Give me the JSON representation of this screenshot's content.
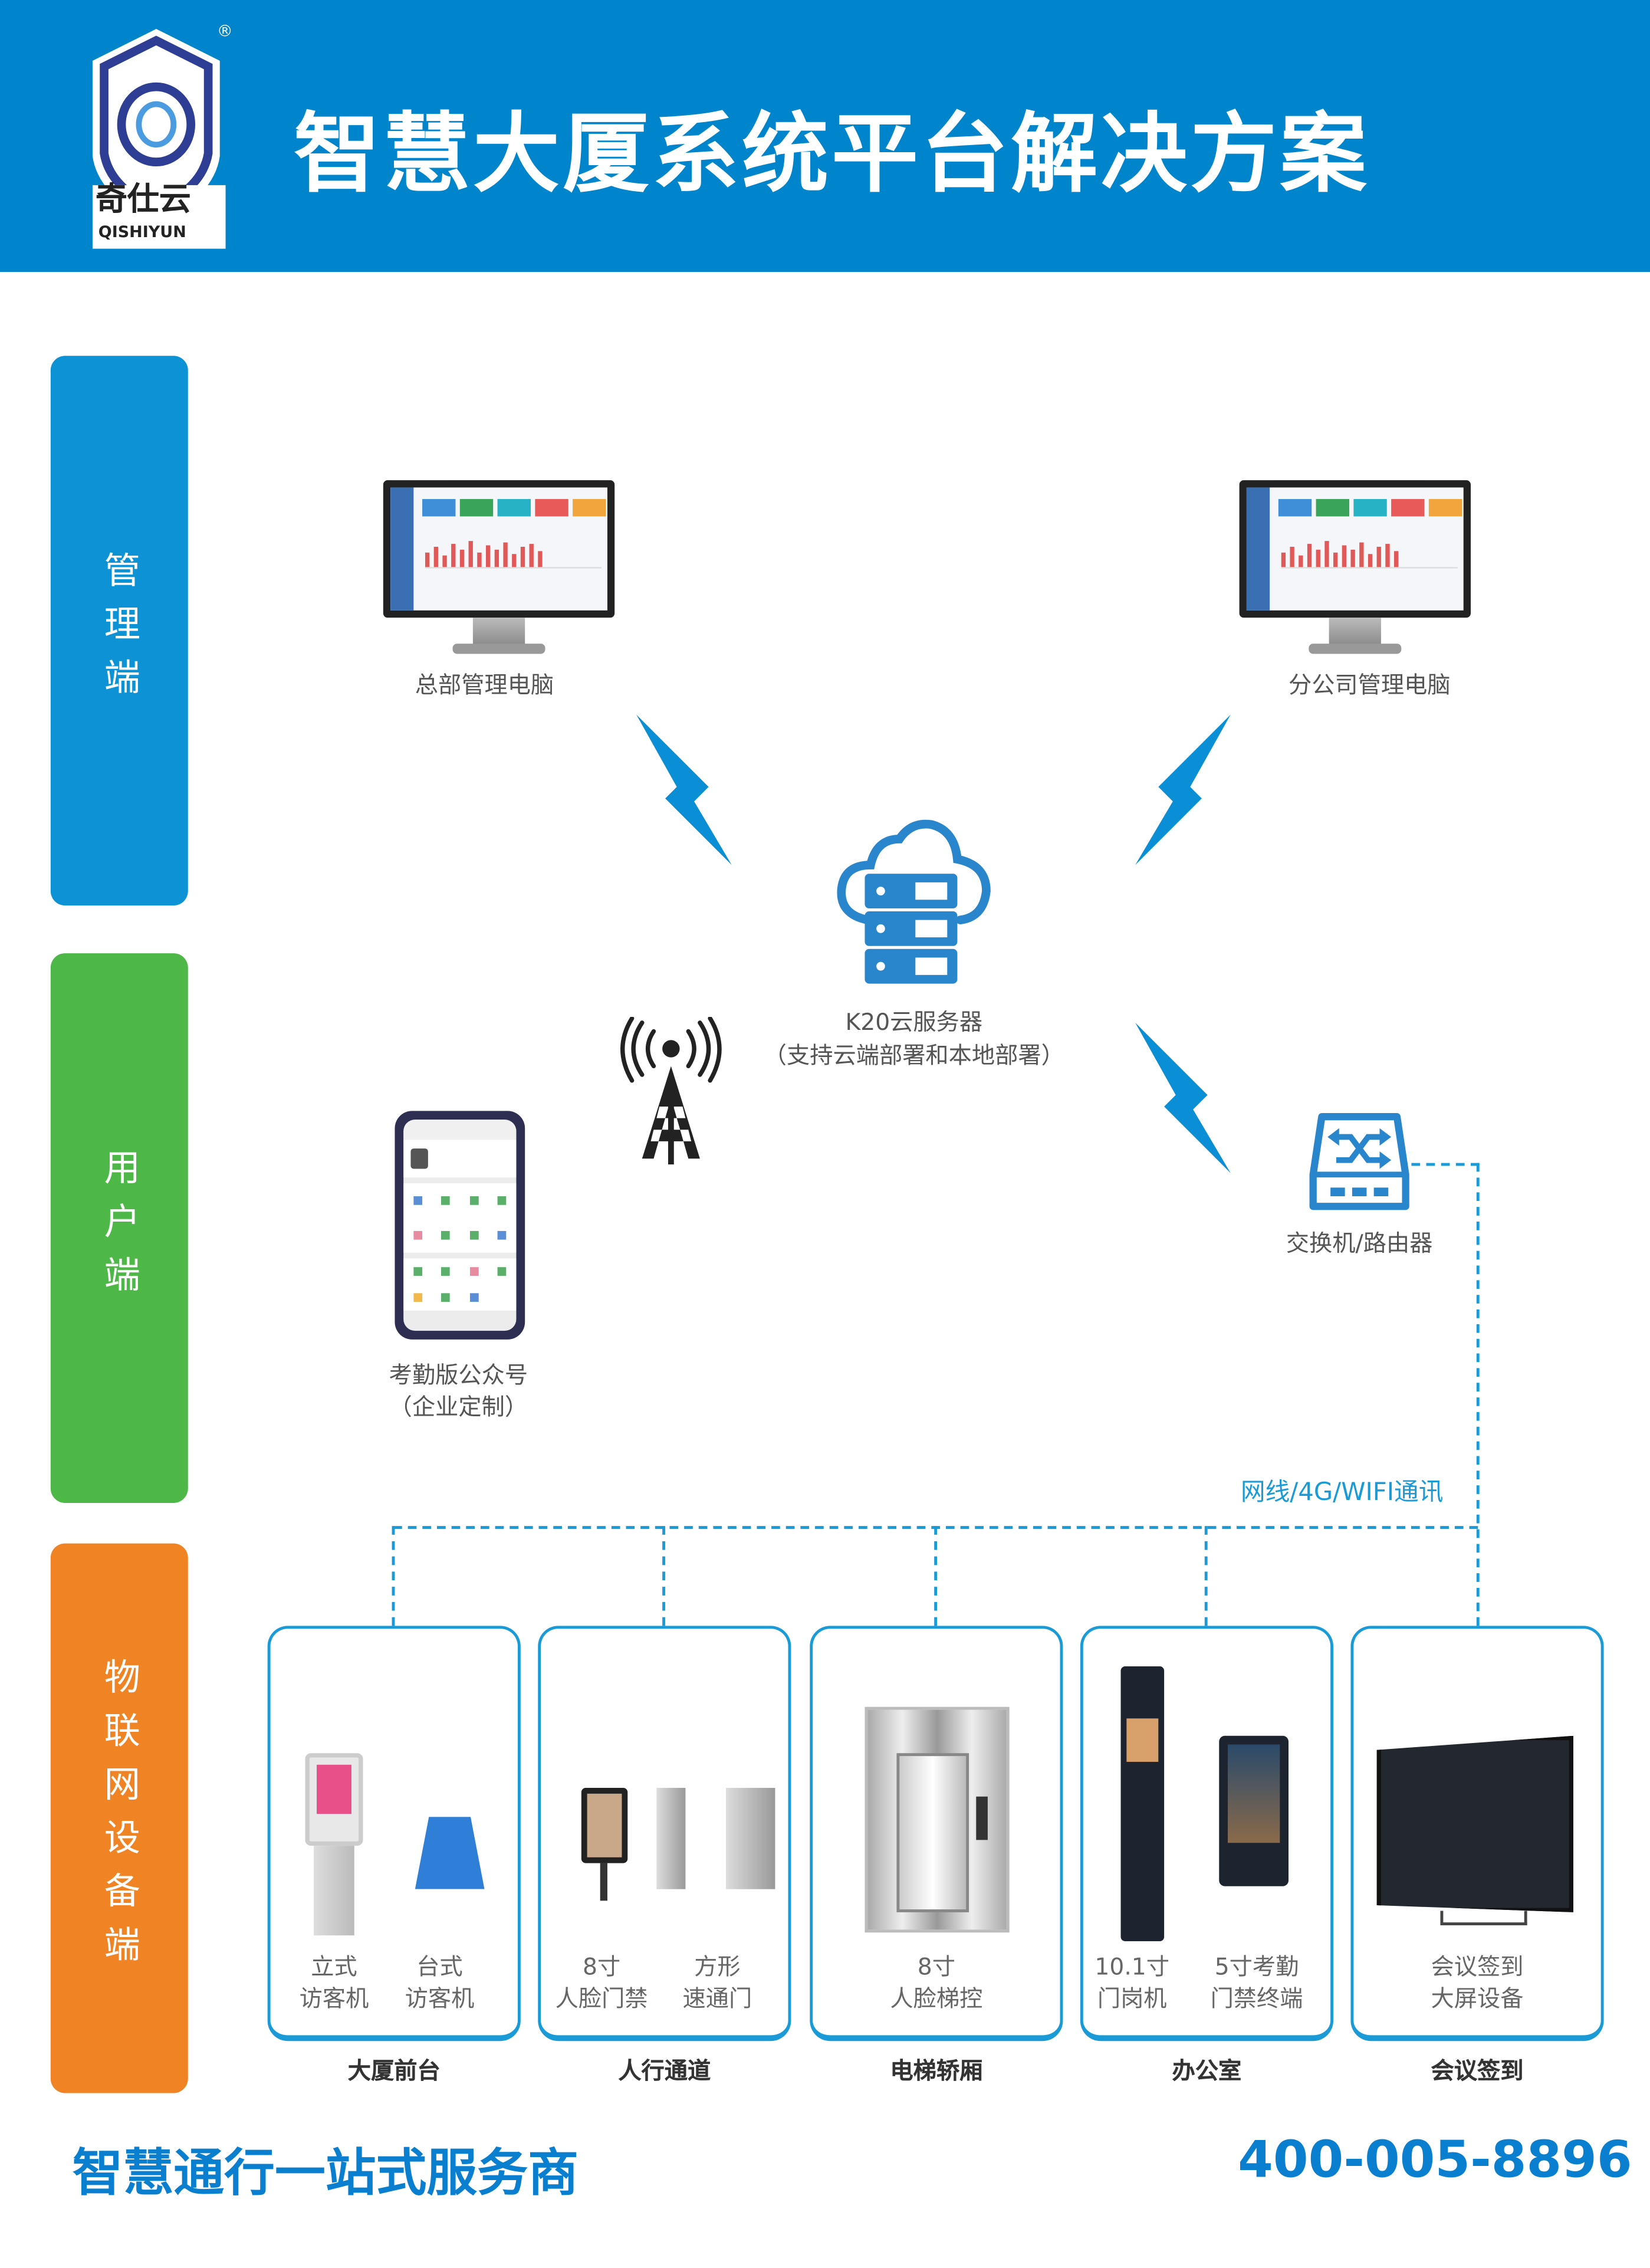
{
  "header": {
    "title": "智慧大厦系统平台解决方案",
    "logo": {
      "brand_cn": "奇仕云",
      "brand_en": "QISHIYUN",
      "mark": "®"
    }
  },
  "colors": {
    "brand_blue": "#0085cc",
    "management": "#0e92d6",
    "user": "#4db848",
    "iot": "#f08424",
    "line": "#1a9ad6"
  },
  "sidebar": {
    "management": "管理端",
    "user": "用户端",
    "iot": "物联网设备端"
  },
  "nodes": {
    "hq_pc": "总部管理电脑",
    "branch_pc": "分公司管理电脑",
    "server_line1": "K20云服务器",
    "server_line2": "（支持云端部署和本地部署）",
    "app_line1": "考勤版公众号",
    "app_line2": "（企业定制）",
    "switch": "交换机/路由器",
    "network": "网线/4G/WIFI通讯"
  },
  "device_groups": [
    {
      "category": "大厦前台",
      "devices": [
        {
          "line1": "立式",
          "line2": "访客机"
        },
        {
          "line1": "台式",
          "line2": "访客机"
        }
      ]
    },
    {
      "category": "人行通道",
      "devices": [
        {
          "line1": "8寸",
          "line2": "人脸门禁"
        },
        {
          "line1": "方形",
          "line2": "速通门"
        }
      ]
    },
    {
      "category": "电梯轿厢",
      "devices": [
        {
          "line1": "8寸",
          "line2": "人脸梯控"
        }
      ]
    },
    {
      "category": "办公室",
      "devices": [
        {
          "line1": "10.1寸",
          "line2": "门岗机"
        },
        {
          "line1": "5寸考勤",
          "line2": "门禁终端"
        }
      ]
    },
    {
      "category": "会议签到",
      "devices": [
        {
          "line1": "会议签到",
          "line2": "大屏设备"
        }
      ]
    }
  ],
  "footer": {
    "slogan": "智慧通行一站式服务商",
    "phone": "400-005-8896"
  }
}
